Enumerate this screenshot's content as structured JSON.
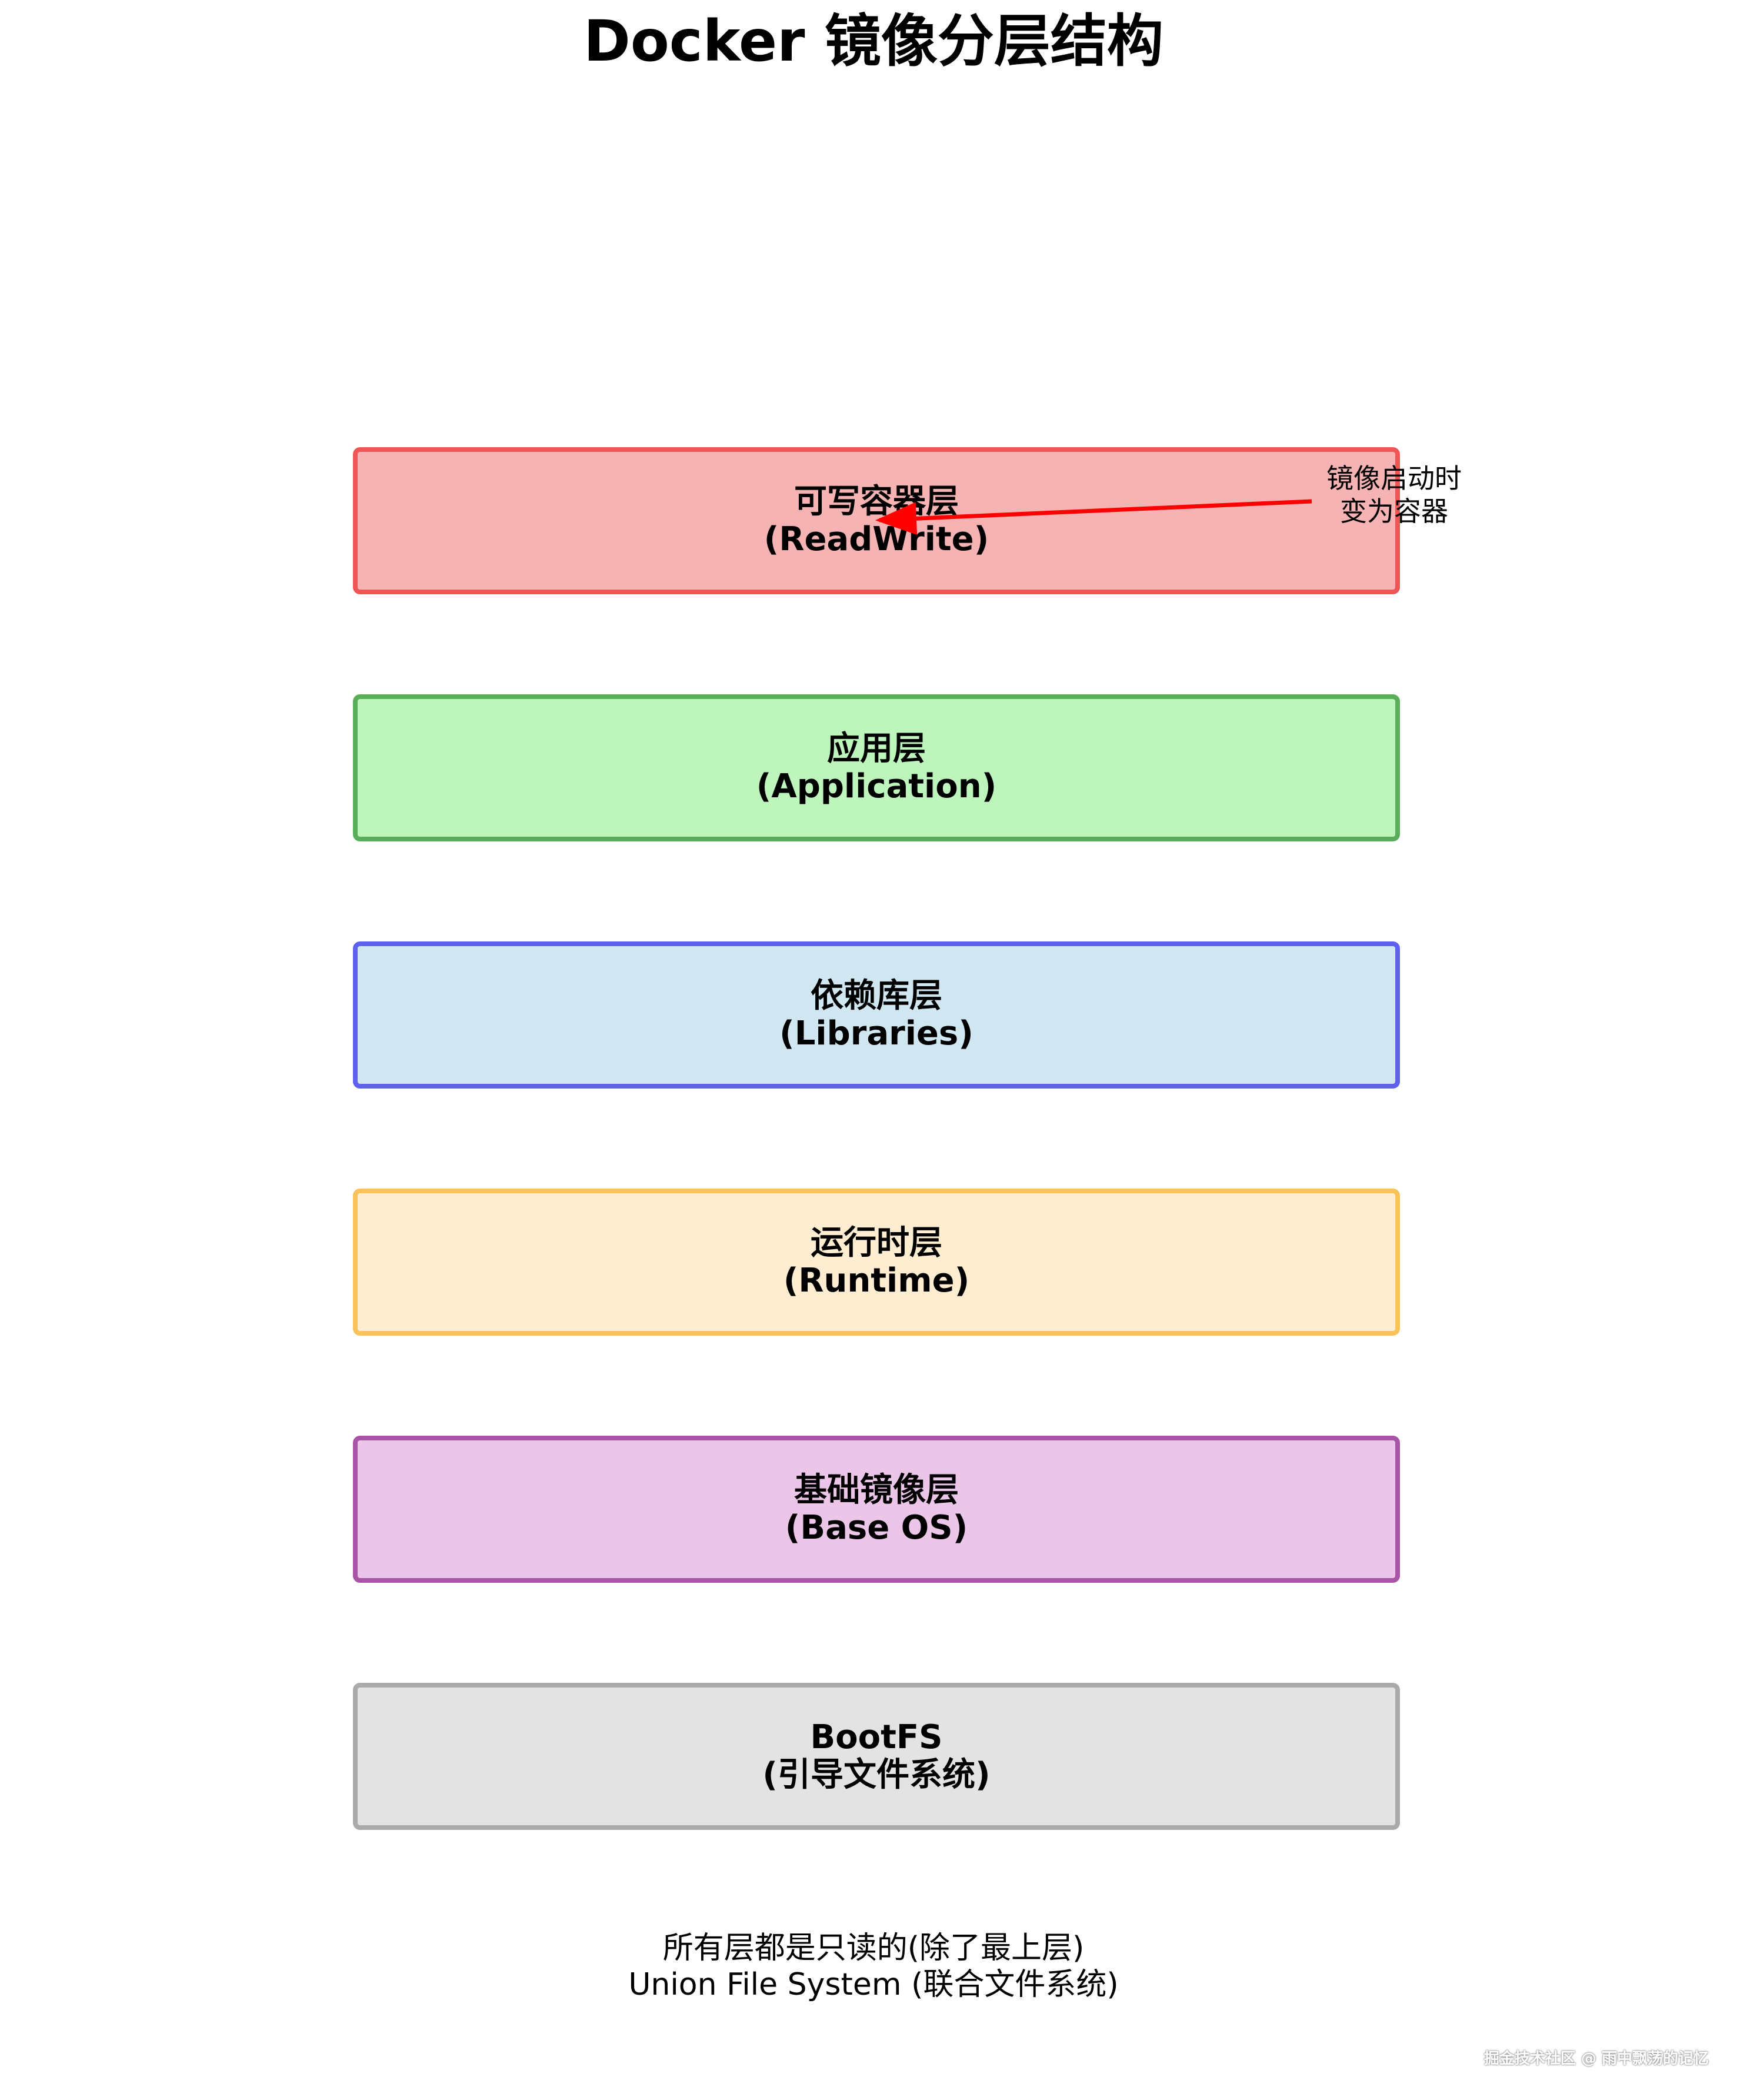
{
  "title": "Docker 镜像分层结构",
  "layers": [
    {
      "line1": "可写容器层",
      "line2": "(ReadWrite)",
      "fill": "#f5b3b3",
      "border": "#f05555"
    },
    {
      "line1": "应用层",
      "line2": "(Application)",
      "fill": "#bdf5bd",
      "border": "#5aad5a"
    },
    {
      "line1": "依赖库层",
      "line2": "(Libraries)",
      "fill": "#d0e6f0",
      "border": "#5f5ff0"
    },
    {
      "line1": "运行时层",
      "line2": "(Runtime)",
      "fill": "#ffedd1",
      "border": "#fac35a"
    },
    {
      "line1": "基础镜像层",
      "line2": "(Base OS)",
      "fill": "#ebc6e8",
      "border": "#a855a8"
    },
    {
      "line1": "BootFS",
      "line2": "(引导文件系统)",
      "fill": "#e3e3e3",
      "border": "#aaaaaa"
    }
  ],
  "annotation": {
    "line1": "镜像启动时",
    "line2": "变为容器",
    "arrow_color": "#ff0000"
  },
  "footer": {
    "line1": "所有层都是只读的(除了最上层)",
    "line2": "Union File System (联合文件系统)"
  },
  "watermark": "掘金技术社区 @ 雨中飘荡的记忆"
}
